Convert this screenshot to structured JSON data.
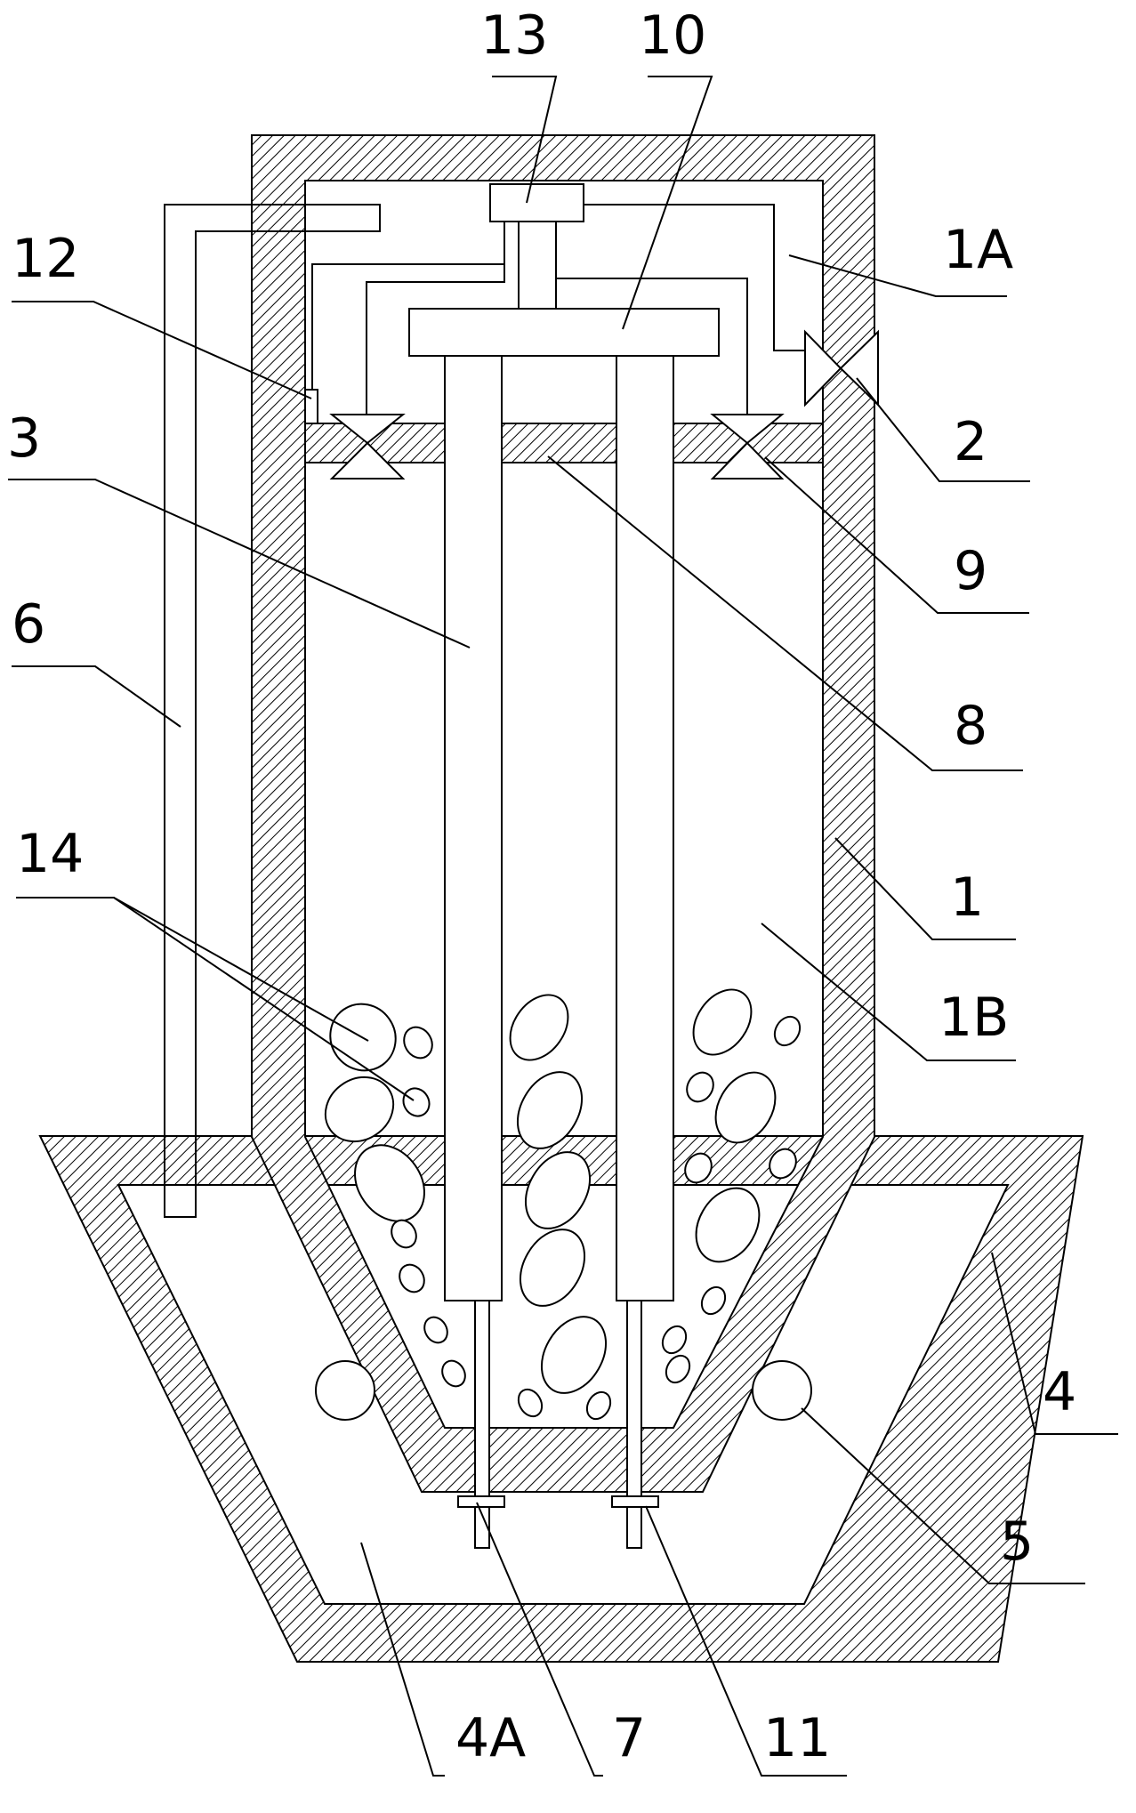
{
  "labels": {
    "l1": "1",
    "l1A": "1A",
    "l1B": "1B",
    "l2": "2",
    "l3": "3",
    "l4": "4",
    "l4A": "4A",
    "l5": "5",
    "l6": "6",
    "l7": "7",
    "l8": "8",
    "l9": "9",
    "l10": "10",
    "l11": "11",
    "l12": "12",
    "l13": "13",
    "l14": "14"
  }
}
